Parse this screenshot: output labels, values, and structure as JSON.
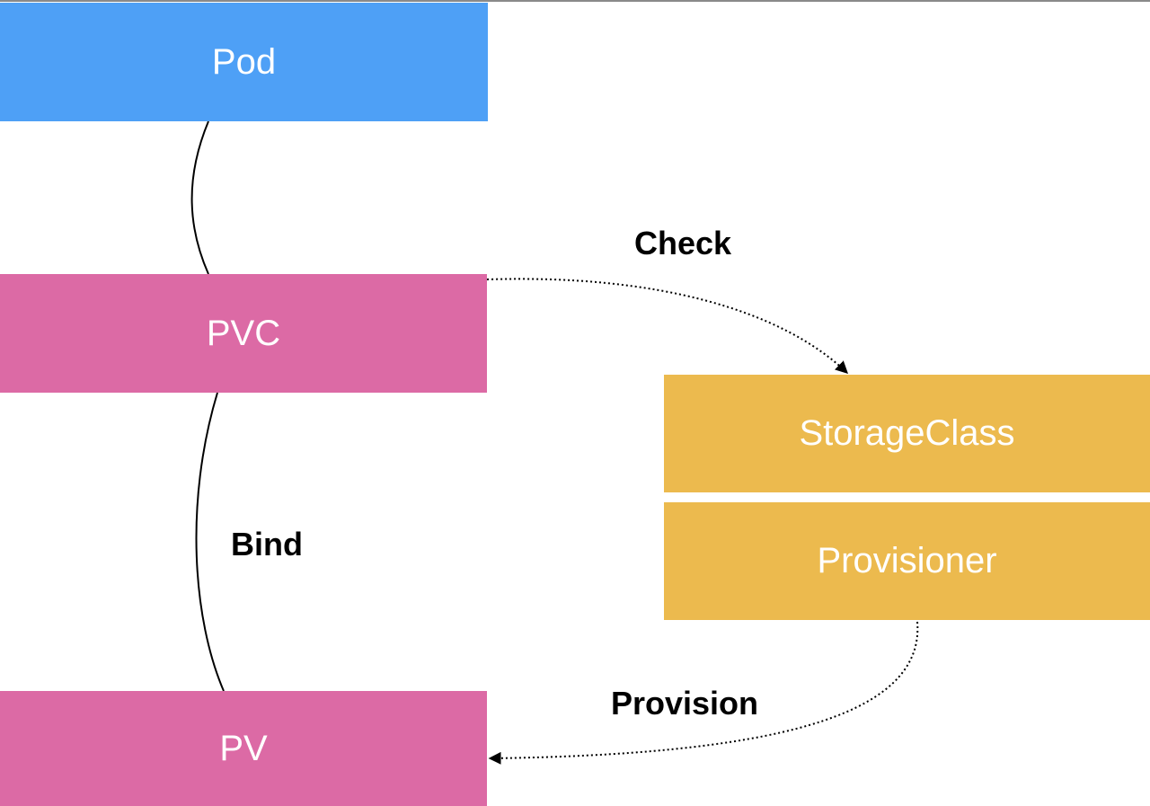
{
  "nodes": {
    "pod": {
      "label": "Pod",
      "color": "#4ea0f6"
    },
    "pvc": {
      "label": "PVC",
      "color": "#dc6aa5"
    },
    "pv": {
      "label": "PV",
      "color": "#dc6aa5"
    },
    "storageclass": {
      "label": "StorageClass",
      "color": "#ecba4e"
    },
    "provisioner": {
      "label": "Provisioner",
      "color": "#ecba4e"
    }
  },
  "edges": {
    "check": {
      "label": "Check",
      "from": "PVC",
      "to": "StorageClass",
      "style": "dotted-arrow"
    },
    "bind": {
      "label": "Bind",
      "from": "PVC",
      "to": "PV",
      "style": "solid-line"
    },
    "provision": {
      "label": "Provision",
      "from": "Provisioner",
      "to": "PV",
      "style": "dotted-arrow"
    },
    "pod_pvc": {
      "from": "Pod",
      "to": "PVC",
      "style": "solid-line"
    }
  }
}
